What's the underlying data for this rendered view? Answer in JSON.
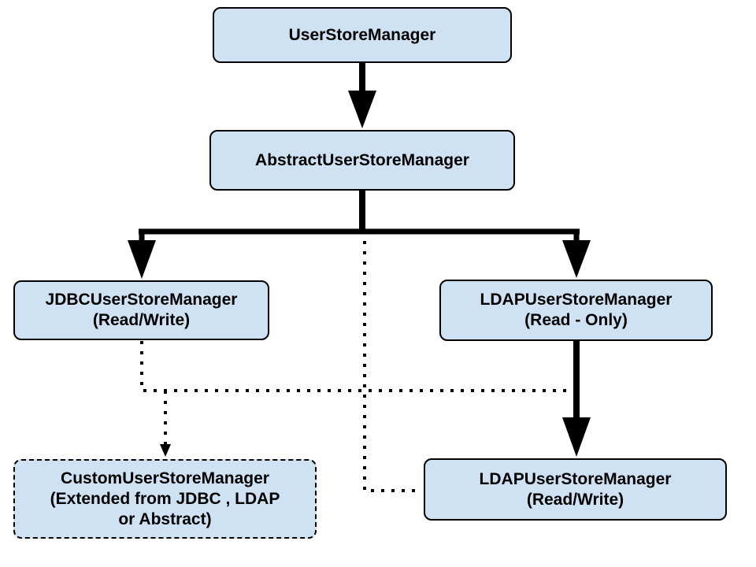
{
  "nodes": {
    "user_store_manager": "UserStoreManager",
    "abstract_user_store_manager": "AbstractUserStoreManager",
    "jdbc_user_store_manager": "JDBCUserStoreManager\n(Read/Write)",
    "ldap_read_only": "LDAPUserStoreManager\n(Read - Only)",
    "custom_user_store_manager": "CustomUserStoreManager\n(Extended from JDBC , LDAP\nor Abstract)",
    "ldap_read_write": "LDAPUserStoreManager\n(Read/Write)"
  },
  "colors": {
    "node_fill": "#cfe2f3",
    "stroke": "#000000"
  }
}
